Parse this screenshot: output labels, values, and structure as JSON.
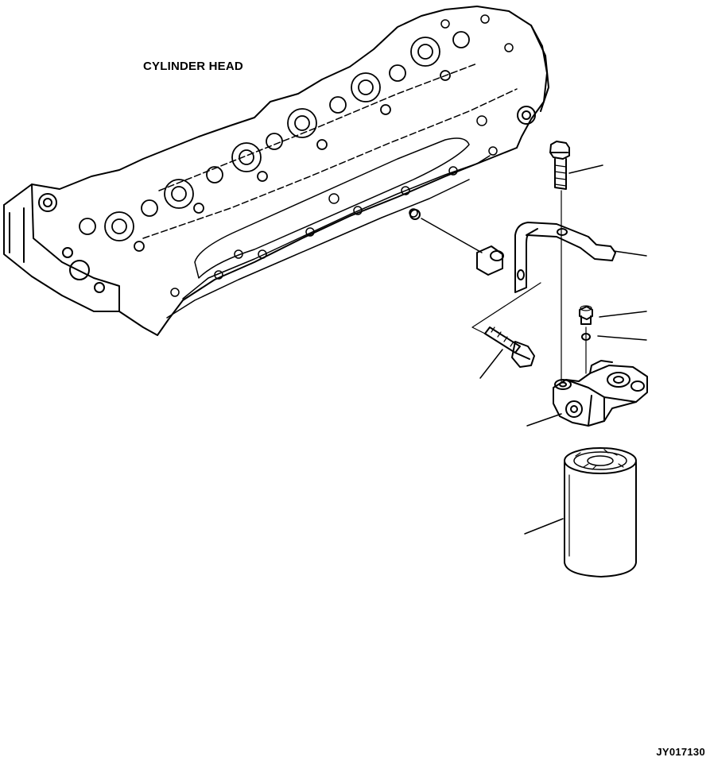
{
  "title_label": "CYLINDER HEAD",
  "figure_code": "JY017130",
  "colors": {
    "ink": "#000000",
    "paper": "#ffffff"
  },
  "icons": [
    "cylinder-head",
    "bolt",
    "bracket",
    "spacer",
    "plug",
    "o-ring",
    "filter-head",
    "filter-cartridge"
  ]
}
